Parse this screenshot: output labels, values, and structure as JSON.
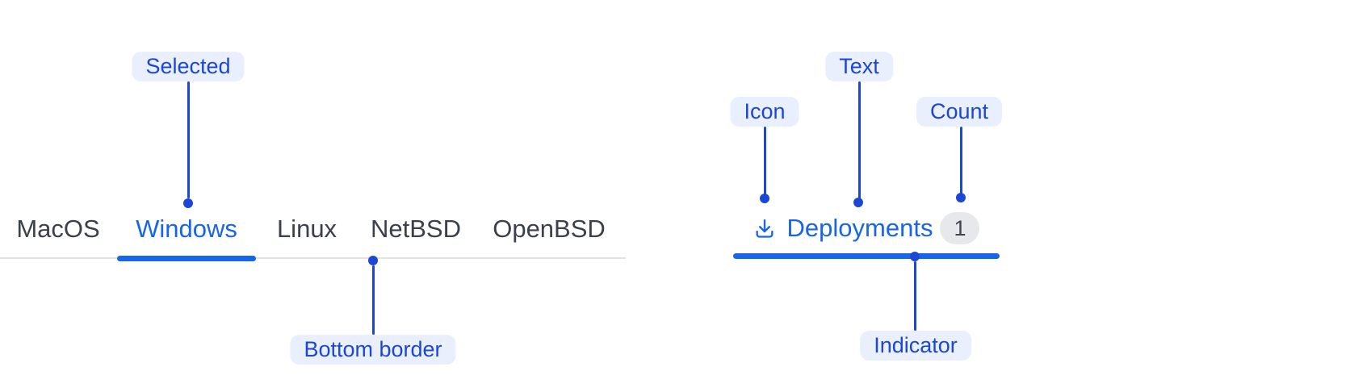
{
  "colors": {
    "accent_blue": "#1765E8",
    "callout_blue": "#1C47D4",
    "callout_pill_bg": "#E9EFFC",
    "inactive_tab_text": "#3A404C",
    "tabbar_border_gray": "#E1E3E7",
    "badge_bg": "#E6E8EB",
    "badge_text": "#3F4450",
    "background": "#FFFFFF"
  },
  "os_tabs": {
    "selected": "Windows",
    "items": [
      {
        "label": "MacOS"
      },
      {
        "label": "Windows"
      },
      {
        "label": "Linux"
      },
      {
        "label": "NetBSD"
      },
      {
        "label": "OpenBSD"
      }
    ]
  },
  "deployment_tab": {
    "icon": "download-icon",
    "label": "Deployments",
    "count": "1"
  },
  "callouts": {
    "selected": {
      "label": "Selected"
    },
    "bottom_border": {
      "label": "Bottom border"
    },
    "icon": {
      "label": "Icon"
    },
    "text": {
      "label": "Text"
    },
    "count": {
      "label": "Count"
    },
    "indicator": {
      "label": "Indicator"
    }
  }
}
